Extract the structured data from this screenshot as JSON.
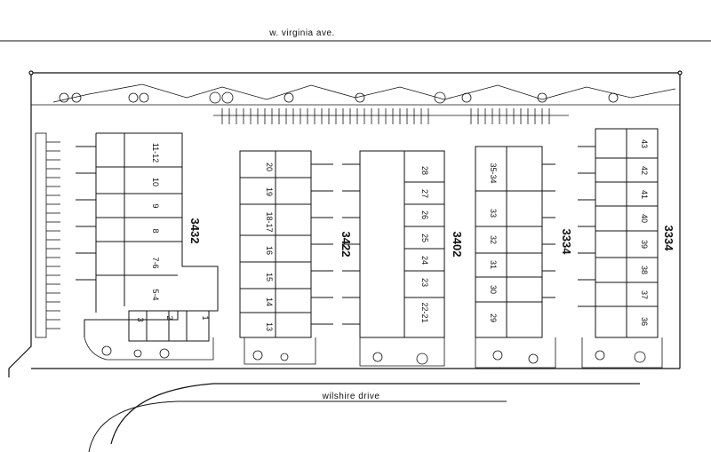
{
  "streets": {
    "north": "w. virginia ave.",
    "south": "wilshire drive"
  },
  "buildings": [
    {
      "number": "3432",
      "units": [
        "11-12",
        "10",
        "9",
        "8",
        "7-6",
        "5-4",
        "3",
        "2",
        "1"
      ]
    },
    {
      "number": "3422",
      "units": [
        "20",
        "19",
        "18-17",
        "16",
        "15",
        "14",
        "13"
      ]
    },
    {
      "number": "3402",
      "units": [
        "28",
        "27",
        "26",
        "25",
        "24",
        "23",
        "22-21"
      ]
    },
    {
      "number": "3334",
      "units": [
        "35-34",
        "33",
        "32",
        "31",
        "30",
        "29"
      ]
    },
    {
      "number": "3334",
      "units": [
        "43",
        "42",
        "41",
        "40",
        "39",
        "38",
        "37",
        "36"
      ]
    }
  ],
  "colors": {
    "ink": "#111111",
    "paper": "#ffffff"
  }
}
